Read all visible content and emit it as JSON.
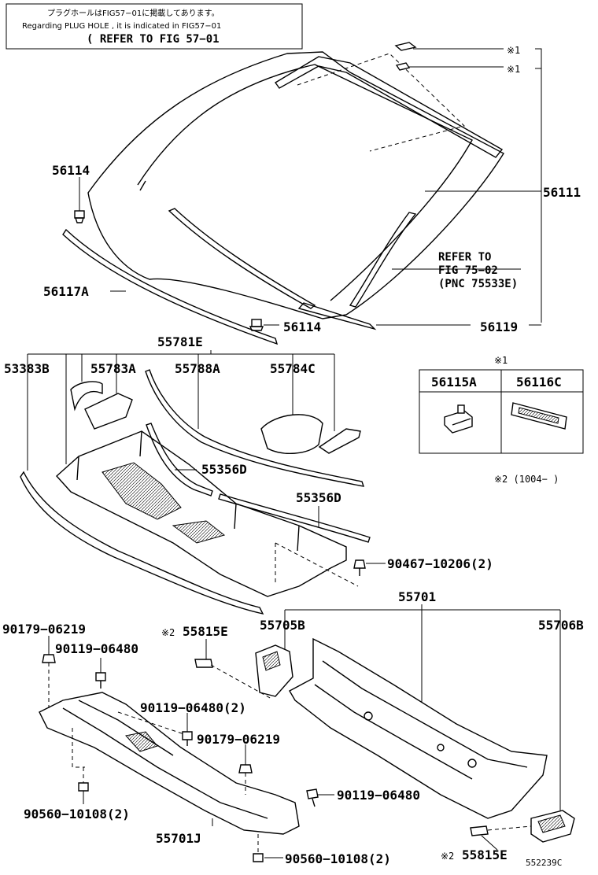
{
  "note": {
    "line1": "プラグホールはFIG57−01に掲載してあります。",
    "line2": "Regarding PLUG HOLE , it is indicated in FIG57−01",
    "line3": "( REFER TO FIG 57−01"
  },
  "callouts": {
    "c56114_top": "56114",
    "c56111": "56111",
    "c56117A": "56117A",
    "c56114_bot": "56114",
    "c56119": "56119",
    "mark1_a": "※1",
    "mark1_b": "※1",
    "refer_l1": "REFER TO",
    "refer_l2": "FIG 75−02",
    "refer_l3": "(PNC 75533E)",
    "c55781E": "55781E",
    "c53383B": "53383B",
    "c55783A": "55783A",
    "c55788A": "55788A",
    "c55784C": "55784C",
    "c55356D_a": "55356D",
    "c55356D_b": "55356D",
    "c90467": "90467−10206(2)",
    "c55701": "55701",
    "c55705B": "55705B",
    "c55706B": "55706B",
    "c90179_a": "90179−06219",
    "c90119_a": "90119−06480",
    "c55815E_a": "55815E",
    "mark2_a": "※2",
    "c90119_b": "90119−06480(2)",
    "c90179_b": "90179−06219",
    "c90119_c": "90119−06480",
    "c90560_a": "90560−10108(2)",
    "c55701J": "55701J",
    "c90560_b": "90560−10108(2)",
    "mark2_b": "※2",
    "c55815E_b": "55815E"
  },
  "table": {
    "header_mark": "※1",
    "col1": "56115A",
    "col2": "56116C",
    "footnote": "※2 (1004−     )"
  },
  "figure_id": "552239C"
}
